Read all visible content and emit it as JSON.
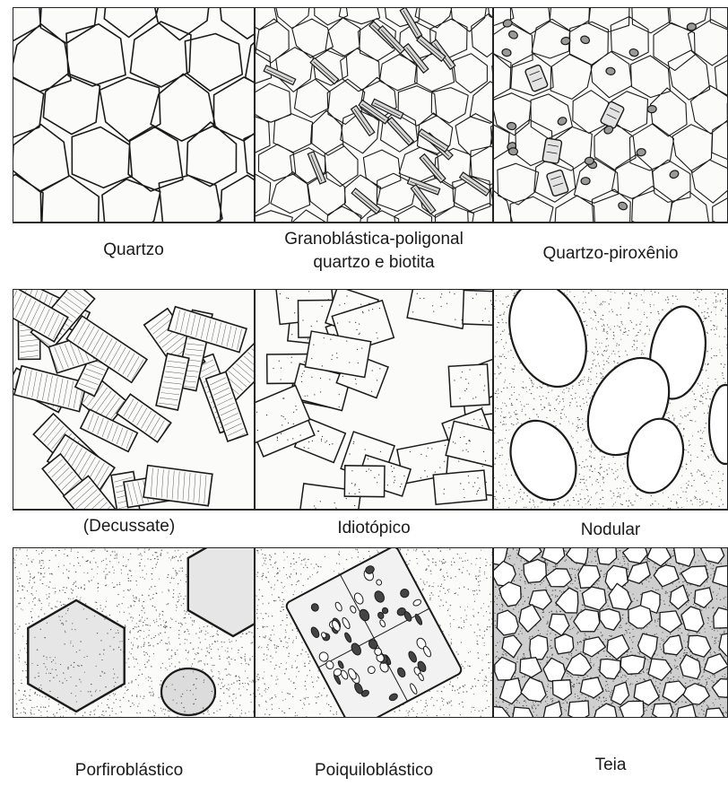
{
  "panels": [
    {
      "id": "quartzo",
      "caption": "Quartzo",
      "style": "polygonal"
    },
    {
      "id": "granoblastica",
      "caption": "Granoblástica-poligonal\nquartzo e biotita",
      "style": "polygonal-biotite"
    },
    {
      "id": "quartzo-piroxenio",
      "caption": "Quartzo-piroxênio",
      "style": "polygonal-pyroxene"
    },
    {
      "id": "decussate",
      "caption": "(Decussate)",
      "style": "decussate"
    },
    {
      "id": "idiotopico",
      "caption": "Idiotópico",
      "style": "idiotopic"
    },
    {
      "id": "nodular",
      "caption": "Nodular",
      "style": "nodular"
    },
    {
      "id": "porfiroblastico",
      "caption": "Porfiroblástico",
      "style": "porphyroblastic"
    },
    {
      "id": "poiquiloblastico",
      "caption": "Poiquiloblástico",
      "style": "poikiloblastic"
    },
    {
      "id": "teia",
      "caption": "Teia",
      "style": "web"
    }
  ],
  "colors": {
    "ink": "#1a1a1a",
    "paper": "#fbfbfa"
  }
}
